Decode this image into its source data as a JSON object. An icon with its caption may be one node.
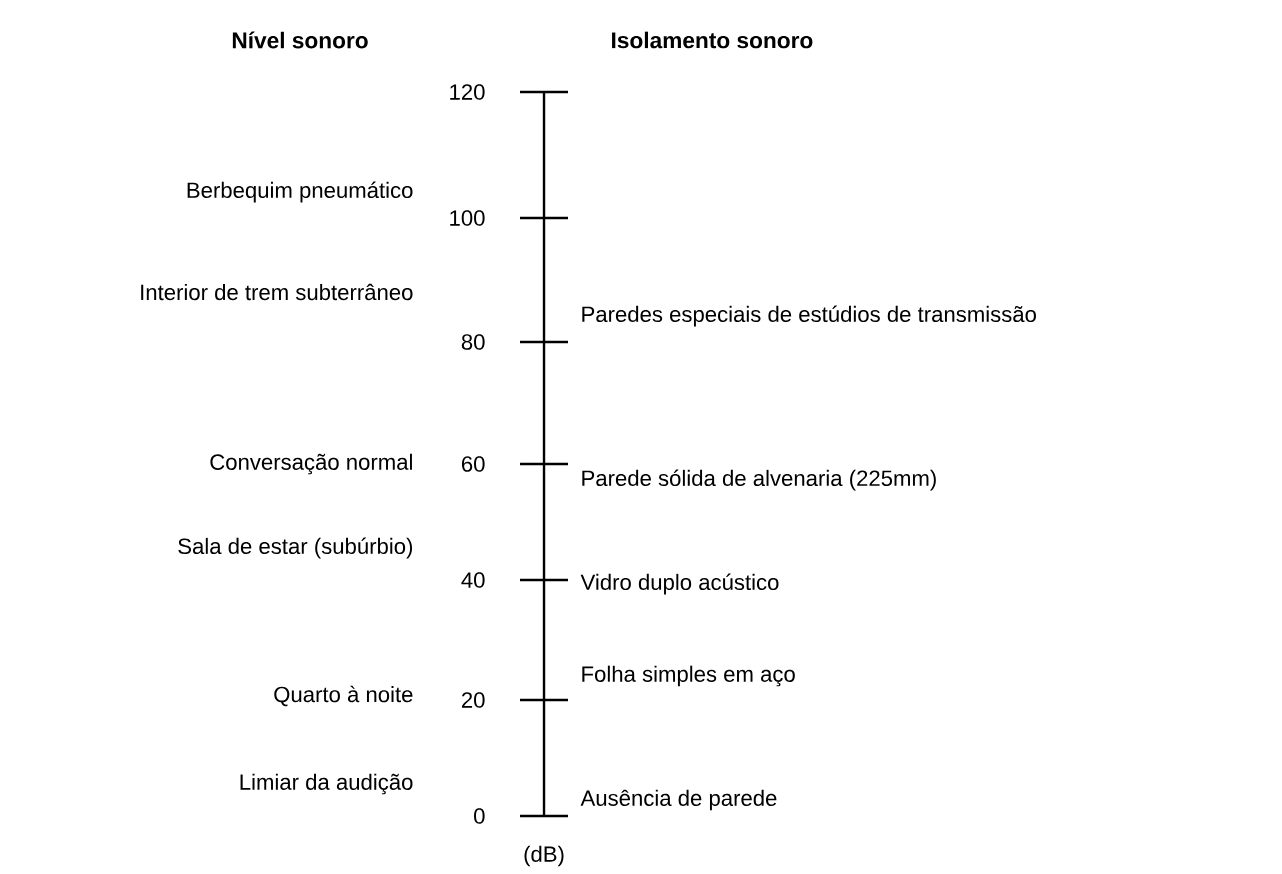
{
  "diagram": {
    "labels": [
      "Nível sonoro",
      "Isolamento sonoro",
      "120",
      "Berbequim pneumático",
      "100",
      "Interior de trem subterrâneo",
      "Paredes especiais de estúdios de transmissão",
      "80",
      "Conversação normal",
      "60",
      "Parede sólida de alvenaria (225mm)",
      "Sala de estar (subúrbio)",
      "40",
      "Vidro duplo acústico",
      "Folha simples em aço",
      "Quarto à noite",
      "20",
      "Limiar da audição",
      "Ausência de parede",
      "0",
      "(dB)"
    ]
  }
}
